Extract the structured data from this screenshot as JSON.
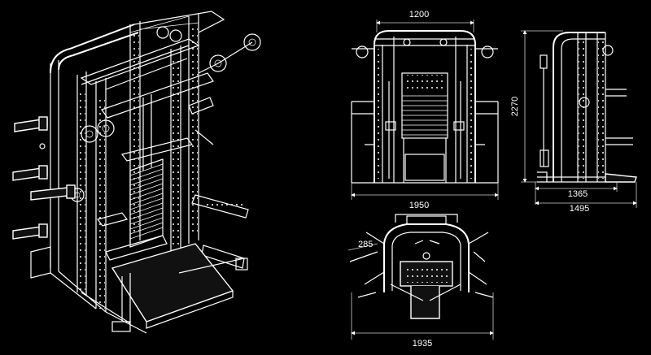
{
  "colors": {
    "background": "#000000",
    "line": "#ffffff"
  },
  "dimensions": {
    "front_top_width": "1200",
    "front_bottom_width": "1950",
    "side_height": "2270",
    "side_depth_inner": "1365",
    "side_depth_outer": "1495",
    "top_arm_offset": "285",
    "top_width": "1935"
  }
}
